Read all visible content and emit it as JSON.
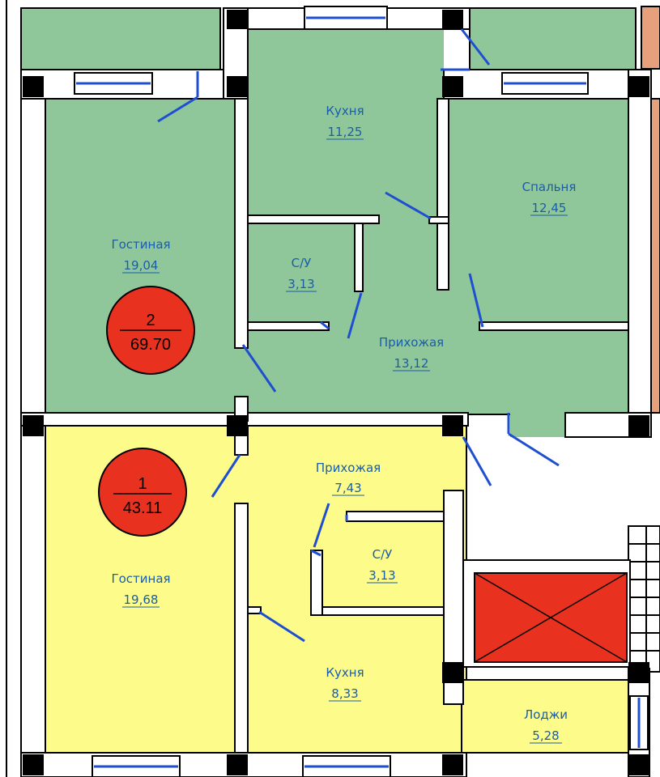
{
  "colors": {
    "apartment_2_fill": "#90c79a",
    "apartment_1_fill": "#fdfb89",
    "badge_fill": "#e8321f",
    "door_color": "#1f4fd1",
    "wall_color": "#000000",
    "neighbor_fill": "#e6a07b",
    "elevator_fill": "#e8321f"
  },
  "apartments": [
    {
      "number": "2",
      "area": "69.70"
    },
    {
      "number": "1",
      "area": "43.11"
    }
  ],
  "rooms": [
    {
      "name": "Кухня",
      "area": "11,25"
    },
    {
      "name": "Спальня",
      "area": "12,45"
    },
    {
      "name": "Гостиная",
      "area": "19,04"
    },
    {
      "name": "С/У",
      "area": "3,13"
    },
    {
      "name": "Прихожая",
      "area": "13,12"
    },
    {
      "name": "Прихожая",
      "area": "7,43"
    },
    {
      "name": "С/У",
      "area": "3,13"
    },
    {
      "name": "Гостиная",
      "area": "19,68"
    },
    {
      "name": "Кухня",
      "area": "8,33"
    },
    {
      "name": "Лоджи",
      "area": "5,28"
    }
  ]
}
